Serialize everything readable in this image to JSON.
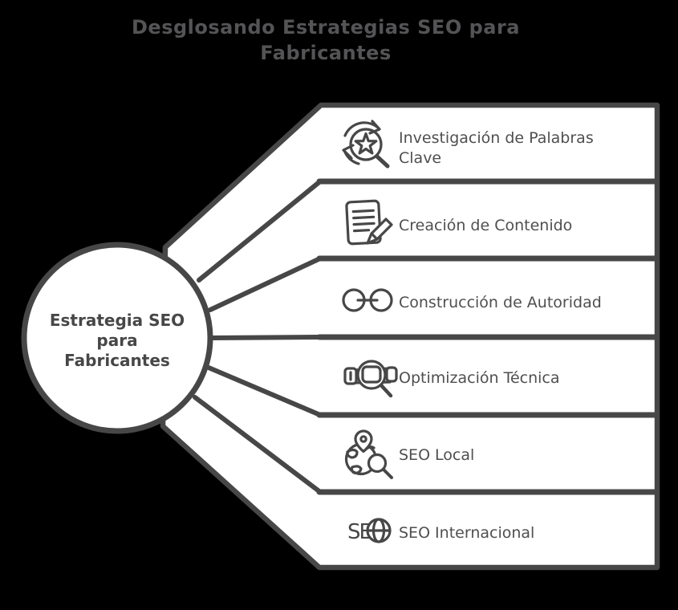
{
  "title": {
    "lines": [
      "Desglosando Estrategias SEO para",
      "Fabricantes"
    ]
  },
  "center_node": {
    "label": "Estrategia SEO para Fabricantes",
    "lines": [
      "Estrategia SEO",
      "para",
      "Fabricantes"
    ]
  },
  "branches": [
    {
      "label": "Investigación de Palabras Clave",
      "lines": [
        "Investigación de Palabras",
        "Clave"
      ],
      "icon": "keyword-research-icon"
    },
    {
      "label": "Creación de Contenido",
      "lines": [
        "Creación de Contenido"
      ],
      "icon": "content-creation-icon"
    },
    {
      "label": "Construcción de Autoridad",
      "lines": [
        "Construcción de Autoridad"
      ],
      "icon": "link-building-icon"
    },
    {
      "label": "Optimización Técnica",
      "lines": [
        "Optimización Técnica"
      ],
      "icon": "technical-seo-icon"
    },
    {
      "label": "SEO Local",
      "lines": [
        "SEO Local"
      ],
      "icon": "local-seo-icon"
    },
    {
      "label": "SEO Internacional",
      "lines": [
        "SEO Internacional"
      ],
      "icon": "international-seo-icon",
      "icon_text": "SE"
    }
  ],
  "colors": {
    "background": "#000000",
    "shape_fill": "#ffffff",
    "stroke": "#474747",
    "title_text": "#545456",
    "label_text": "#4f4f4f"
  }
}
